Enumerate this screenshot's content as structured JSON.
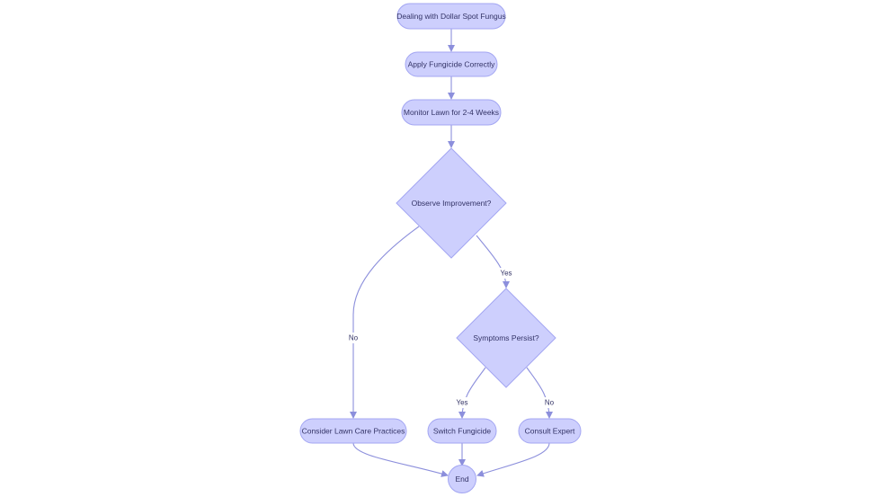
{
  "diagram": {
    "nodes": {
      "start": "Dealing with Dollar Spot Fungus",
      "apply": "Apply Fungicide Correctly",
      "monitor": "Monitor Lawn for 2-4 Weeks",
      "observe": "Observe Improvement?",
      "symptoms": "Symptoms Persist?",
      "consider": "Consider Lawn Care Practices",
      "switch": "Switch Fungicide",
      "consult": "Consult Expert",
      "end": "End"
    },
    "edge_labels": {
      "observe_no": "No",
      "observe_yes": "Yes",
      "symptoms_yes": "Yes",
      "symptoms_no": "No"
    },
    "colors": {
      "node_fill": "#cdcffd",
      "node_stroke": "#a3a6f2",
      "edge": "#8c8fdc",
      "text": "#333366"
    }
  }
}
